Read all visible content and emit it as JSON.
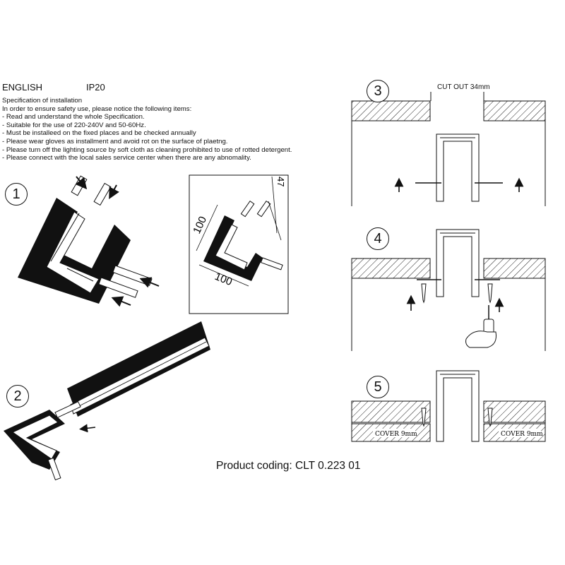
{
  "header": {
    "language": "ENGLISH",
    "ip_rating": "IP20"
  },
  "specification": {
    "lines": [
      "Specification of installation",
      "In order to ensure safety use, please notice the following items:",
      "- Read and understand the whole Specification.",
      "- Suitable for the use of 220-240V and 50-60Hz.",
      "- Must be installeed on the fixed places and be checked annually",
      "- Please wear gloves as installment and avoid rot on the surface of plaetng.",
      "- Please turn off the lighting source by soft cloth as cleaning prohibited to use of rotted detergent.",
      "- Please connect with the local sales service center when there are any abnomality."
    ]
  },
  "steps": {
    "s1": "1",
    "s2": "2",
    "s3": "3",
    "s4": "4",
    "s5": "5"
  },
  "dimensions": {
    "d1": "100",
    "d2": "100",
    "d3": "47"
  },
  "cut_out": "CUT OUT 34mm",
  "cover_label": "COVER 9mm",
  "product_coding": "Product coding: CLT 0.223 01"
}
